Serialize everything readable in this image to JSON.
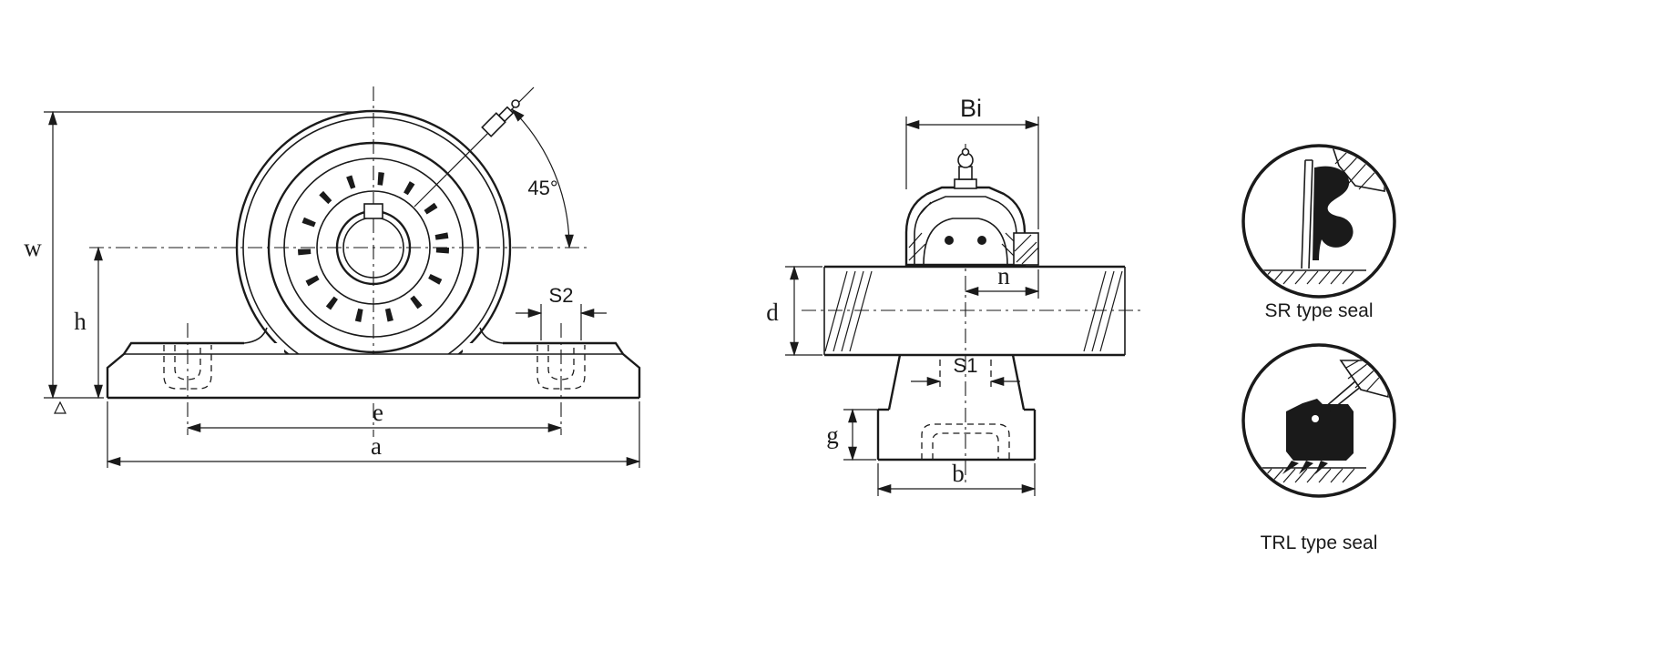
{
  "front_view": {
    "label_w": "w",
    "label_h": "h",
    "label_e": "e",
    "label_a": "a",
    "label_s2": "S2",
    "label_angle": "45°"
  },
  "side_view": {
    "label_bi": "Bi",
    "label_n": "n",
    "label_d": "d",
    "label_s1": "S1",
    "label_g": "g",
    "label_b": "b"
  },
  "seal_details": {
    "sr": {
      "label": "SR type seal"
    },
    "trl": {
      "label": "TRL type seal"
    }
  },
  "colors": {
    "line": "#1a1a1a",
    "background": "#ffffff"
  }
}
